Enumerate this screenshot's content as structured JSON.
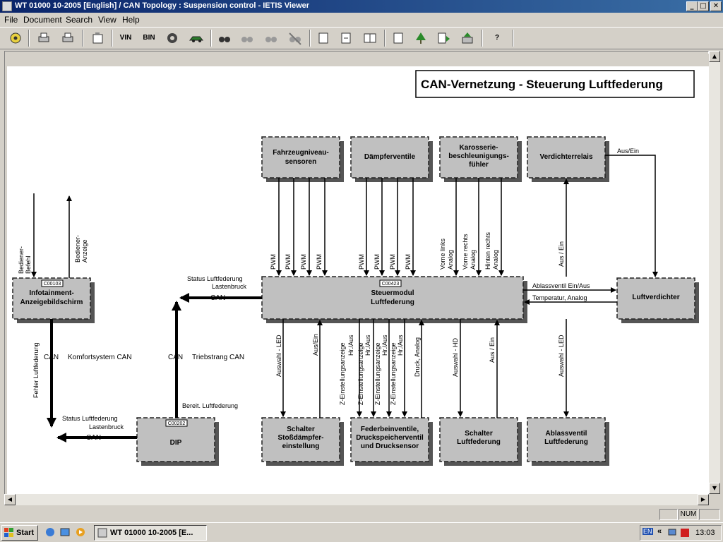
{
  "window": {
    "title": "WT 01000 10-2005 [English] / CAN Topology : Suspension control - IETIS Viewer",
    "min_glyph": "_",
    "max_glyph": "□",
    "close_glyph": "✕"
  },
  "menu": [
    "File",
    "Document",
    "Search",
    "View",
    "Help"
  ],
  "toolbar": {
    "vin_label": "VIN",
    "bin_label": "BIN",
    "help_label": "?"
  },
  "diagram": {
    "title": "CAN-Vernetzung - Steuerung Luftfederung",
    "boxes": {
      "fahrzeugniveau": [
        "Fahrzeugniveau-",
        "sensoren"
      ],
      "daempferventile": [
        "Dämpferventile"
      ],
      "karosserie": [
        "Karosserie-",
        "beschleunigungs-",
        "fühler"
      ],
      "verdichterrelais": [
        "Verdichterrelais"
      ],
      "infotainment": [
        "Infotainment-",
        "Anzeigebildschirm"
      ],
      "steuermodul": [
        "Steuermodul",
        "Luftfederung"
      ],
      "luftverdichter": [
        "Luftverdichter"
      ],
      "dip": [
        "DIP"
      ],
      "schalter_stoss": [
        "Schalter",
        "Stoßdämpfer-",
        "einstellung"
      ],
      "federbein": [
        "Federbeinventile,",
        "Druckspeicherventil",
        "und Drucksensor"
      ],
      "schalter_luft": [
        "Schalter",
        "Luftfederung"
      ],
      "ablassventil": [
        "Ablassventil",
        "Luftfederung"
      ]
    },
    "module_tags": {
      "infotainment": "C00103",
      "steuermodul": "C00423",
      "dip": "C00202"
    },
    "labels": {
      "pwm": "PWM",
      "vorne_links": [
        "Vorne links",
        "Analog"
      ],
      "vorne_rechts": [
        "Vorne rechts",
        "Analog"
      ],
      "hinten_rechts": [
        "Hinten rechts",
        "Analog"
      ],
      "aus_ein_v": "Aus / Ein",
      "aus_ein_h": "Aus/Ein",
      "ablassventil_ein_aus": "Ablassventil Ein/Aus",
      "temperatur": "Temperatur, Analog",
      "status_luft_1": "Status Luftfederung",
      "lastenbruck_1": "Lastenbruck",
      "can": "CAN",
      "bediener_befehl": [
        "Bediener-",
        "Befehl"
      ],
      "bediener_anzeige": [
        "Bediener-",
        "Anzeige"
      ],
      "fehler_luft": "Fehler Luftfederung",
      "komfort_can": "Komfortsystem CAN",
      "triebstrang_can": "Triebstrang CAN",
      "bereit_luft": "Bereit. Luftfederung",
      "status_luft_2": "Status Luftfederung",
      "lastenbruck_2": "Lastenbruck",
      "auswahl_led": "Auswahl - LED",
      "aus_ein_small": "Aus/Ein",
      "z_einstellung": "Z-Einstellungsanzeige",
      "hr_aus": "Hr./Aus",
      "druck_analog": "Druck, Analog",
      "auswahl_hd": "Auswahl - HD",
      "aus_ein_2": "Aus / Ein",
      "auswahl_led_2": "Auswahl - LED"
    }
  },
  "status": {
    "num_label": "NUM"
  },
  "taskbar": {
    "start_label": "Start",
    "task_label": "WT 01000 10-2005 [E...",
    "lang": "EN",
    "clock": "13:03"
  }
}
